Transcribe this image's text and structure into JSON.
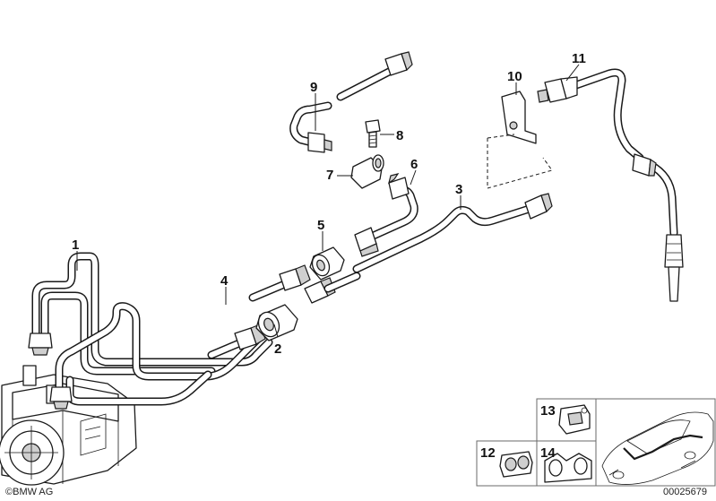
{
  "callouts": {
    "c1": "1",
    "c2": "2",
    "c3": "3",
    "c4": "4",
    "c5": "5",
    "c6": "6",
    "c7": "7",
    "c8": "8",
    "c9": "9",
    "c10": "10",
    "c11": "11",
    "c12": "12",
    "c13": "13",
    "c14": "14"
  },
  "footer": {
    "copyright": "©BMW AG",
    "diagram_number": "00025679"
  }
}
